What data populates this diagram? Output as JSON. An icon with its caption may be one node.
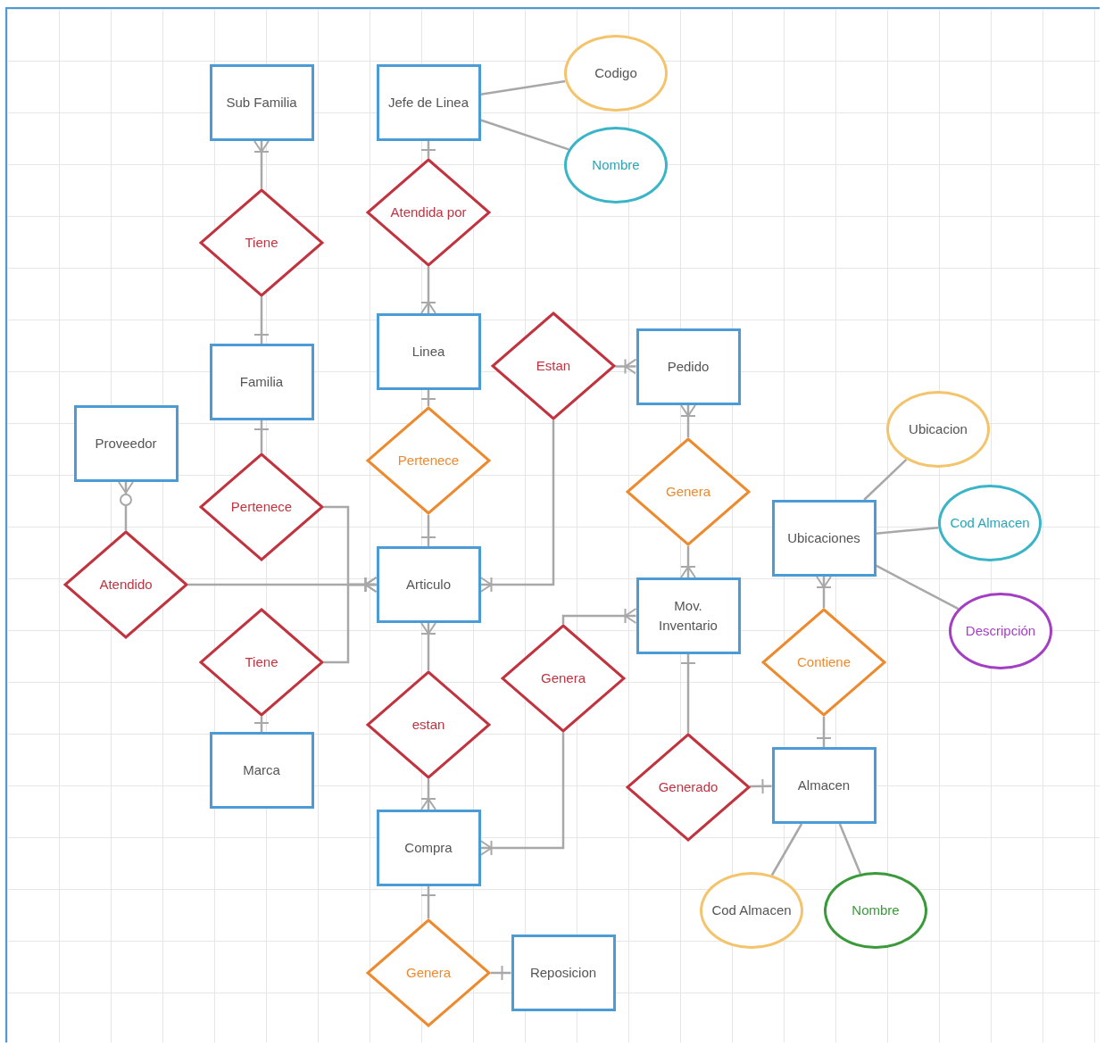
{
  "diagram": {
    "nodes": [
      {
        "text": [
          "Sub Familia"
        ]
      },
      {
        "text": [
          "Jefe de Linea"
        ]
      },
      {
        "text": [
          "Codigo"
        ]
      },
      {
        "text": [
          "Nombre"
        ]
      },
      {
        "text": [
          "Tiene"
        ]
      },
      {
        "text": [
          "Atendida por"
        ]
      },
      {
        "text": [
          "Linea"
        ]
      },
      {
        "text": [
          "Estan"
        ]
      },
      {
        "text": [
          "Pedido"
        ]
      },
      {
        "text": [
          "Familia"
        ]
      },
      {
        "text": [
          "Proveedor"
        ]
      },
      {
        "text": [
          "Pertenece"
        ]
      },
      {
        "text": [
          "Genera"
        ]
      },
      {
        "text": [
          "Ubicacion"
        ]
      },
      {
        "text": [
          "Pertenece"
        ]
      },
      {
        "text": [
          "Cod Almacen"
        ]
      },
      {
        "text": [
          "Ubicaciones"
        ]
      },
      {
        "text": [
          "Atendido"
        ]
      },
      {
        "text": [
          "Articulo"
        ]
      },
      {
        "text": [
          "Mov. Inventario"
        ]
      },
      {
        "text": [
          "Descripción"
        ]
      },
      {
        "text": [
          "Tiene"
        ]
      },
      {
        "text": [
          "Genera"
        ]
      },
      {
        "text": [
          "Contiene"
        ]
      },
      {
        "text": [
          "estan"
        ]
      },
      {
        "text": [
          "Marca"
        ]
      },
      {
        "text": [
          "Generado"
        ]
      },
      {
        "text": [
          "Almacen"
        ]
      },
      {
        "text": [
          "Compra"
        ]
      },
      {
        "text": [
          "Cod Almacen"
        ]
      },
      {
        "text": [
          "Nombre"
        ]
      },
      {
        "text": [
          "Genera"
        ]
      },
      {
        "text": [
          "Reposicion"
        ]
      }
    ],
    "edges": [
      {
        "from": 4,
        "to": 0,
        "arrow": "other"
      },
      {
        "from": 4,
        "to": 9,
        "arrow": "other"
      },
      {
        "from": 5,
        "to": 1,
        "arrow": "other"
      },
      {
        "from": 5,
        "to": 6,
        "arrow": "other"
      },
      {
        "from": 1,
        "to": 2,
        "arrow": "none"
      },
      {
        "from": 1,
        "to": 3,
        "arrow": "none"
      },
      {
        "from": 7,
        "to": 8,
        "arrow": "other"
      },
      {
        "from": 7,
        "to": 18,
        "arrow": "other"
      },
      {
        "from": 11,
        "to": 6,
        "arrow": "other"
      },
      {
        "from": 11,
        "to": 18,
        "arrow": "other"
      },
      {
        "from": 14,
        "to": 9,
        "arrow": "other"
      },
      {
        "from": 14,
        "to": 18,
        "arrow": "other"
      },
      {
        "from": 17,
        "to": 10,
        "arrow": "other"
      },
      {
        "from": 17,
        "to": 18,
        "arrow": "other"
      },
      {
        "from": 21,
        "to": 18,
        "arrow": "other"
      },
      {
        "from": 21,
        "to": 25,
        "arrow": "other"
      },
      {
        "from": 12,
        "to": 8,
        "arrow": "other"
      },
      {
        "from": 12,
        "to": 19,
        "arrow": "other"
      },
      {
        "from": 22,
        "to": 19,
        "arrow": "other"
      },
      {
        "from": 22,
        "to": 28,
        "arrow": "other"
      },
      {
        "from": 24,
        "to": 18,
        "arrow": "other"
      },
      {
        "from": 24,
        "to": 28,
        "arrow": "other"
      },
      {
        "from": 26,
        "to": 19,
        "arrow": "other"
      },
      {
        "from": 26,
        "to": 27,
        "arrow": "other"
      },
      {
        "from": 23,
        "to": 16,
        "arrow": "other"
      },
      {
        "from": 23,
        "to": 27,
        "arrow": "other"
      },
      {
        "from": 16,
        "to": 13,
        "arrow": "none"
      },
      {
        "from": 16,
        "to": 15,
        "arrow": "none"
      },
      {
        "from": 16,
        "to": 20,
        "arrow": "none"
      },
      {
        "from": 27,
        "to": 29,
        "arrow": "none"
      },
      {
        "from": 27,
        "to": 30,
        "arrow": "none"
      },
      {
        "from": 31,
        "to": 28,
        "arrow": "other"
      },
      {
        "from": 31,
        "to": 32,
        "arrow": "other"
      }
    ]
  }
}
